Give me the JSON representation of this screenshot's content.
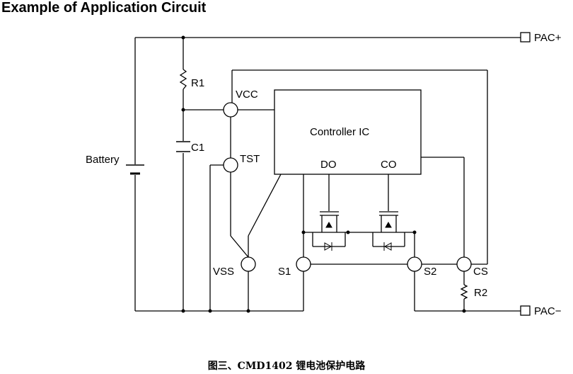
{
  "title": "Example of Application Circuit",
  "caption": "图三、CMD1402 锂电池保护电路",
  "labels": {
    "pac_plus": "PAC+",
    "pac_minus": "PAC−",
    "battery": "Battery",
    "r1": "R1",
    "c1": "C1",
    "r2": "R2",
    "vcc": "VCC",
    "tst": "TST",
    "vss": "VSS",
    "s1": "S1",
    "s2": "S2",
    "cs": "CS",
    "controller": "Controller IC",
    "do": "DO",
    "co": "CO"
  }
}
